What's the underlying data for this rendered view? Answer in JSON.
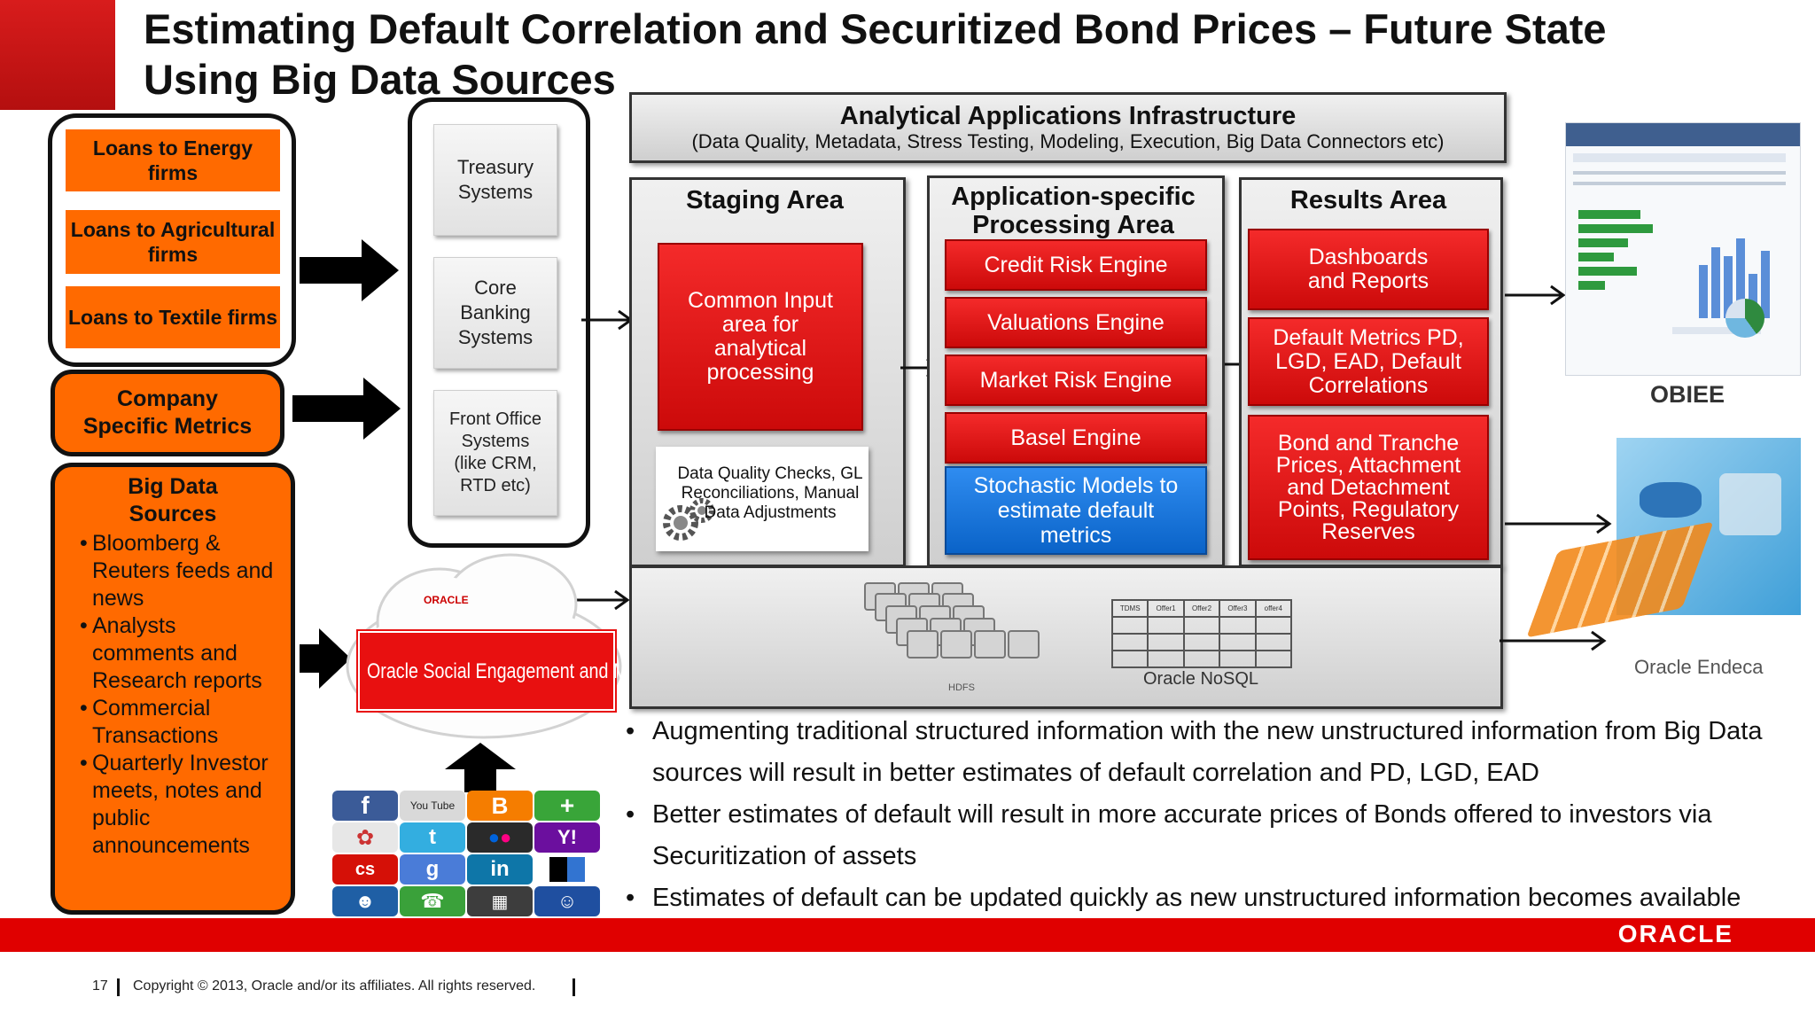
{
  "slide": {
    "title_line1": "Estimating Default Correlation and Securitized Bond Prices – Future State",
    "title_line2": "Using Big Data Sources"
  },
  "left": {
    "loans": [
      "Loans to Energy firms",
      "Loans to Agricultural firms",
      "Loans to Textile firms"
    ],
    "company_metrics": "Company Specific Metrics",
    "big_data": {
      "title": "Big Data Sources",
      "items": [
        "Bloomberg & Reuters feeds and news",
        "Analysts comments and Research reports",
        "Commercial Transactions",
        "Quarterly Investor meets, notes and public announcements"
      ]
    }
  },
  "systems": [
    "Treasury Systems",
    "Core Banking Systems",
    "Front Office Systems (like CRM, RTD etc)"
  ],
  "cloud": {
    "logo_text": "ORACLE",
    "banner": "Oracle Social Engagement and Monitoring Cloud Service: Signal"
  },
  "social_icons": [
    "facebook-icon",
    "youtube-icon",
    "blogger-icon",
    "plus-icon",
    "picasa-icon",
    "twitter-icon",
    "flickr-icon",
    "yahoo-icon",
    "lastfm-icon",
    "google-icon",
    "linkedin-icon",
    "delicious-icon",
    "myspace-icon",
    "chat-icon",
    "digg-icon",
    "meetup-icon"
  ],
  "youtube_label": "You Tube",
  "infrastructure": {
    "title": "Analytical Applications Infrastructure",
    "subtitle": "(Data Quality, Metadata, Stress Testing, Modeling, Execution, Big Data Connectors etc)"
  },
  "staging": {
    "title": "Staging Area",
    "common_input": "Common Input area for analytical processing",
    "dq_checks": "Data Quality Checks, GL Reconciliations, Manual Data Adjustments"
  },
  "processing": {
    "title": "Application-specific Processing Area",
    "engines": [
      "Credit Risk Engine",
      "Valuations Engine",
      "Market Risk Engine",
      "Basel Engine"
    ],
    "stochastic": "Stochastic Models to estimate default metrics"
  },
  "results": {
    "title": "Results Area",
    "items": [
      "Dashboards and Reports",
      "Default Metrics PD, LGD, EAD, Default Correlations",
      "Bond and Tranche Prices, Attachment and Detachment Points, Regulatory Reserves"
    ]
  },
  "bigdata_store": {
    "hdfs_label": "HDFS",
    "nosql_label": "Oracle NoSQL",
    "nosql_headers": [
      "TDMS",
      "Offer1",
      "Offer2",
      "Offer3",
      "offer4"
    ]
  },
  "outputs": {
    "obiee": "OBIEE",
    "endeca": "Oracle Endeca"
  },
  "bullets": [
    "Augmenting traditional structured information with the new unstructured information from Big Data sources will result in better estimates of default correlation and PD, LGD, EAD",
    "Better estimates of default will result in more accurate prices of Bonds offered to investors via Securitization of assets",
    "Estimates of default can be updated quickly as new unstructured information becomes available"
  ],
  "footer": {
    "page_number": "17",
    "copyright": "Copyright © 2013, Oracle and/or its affiliates. All rights reserved.",
    "logo": "ORACLE"
  },
  "colors": {
    "oracle_red": "#e00000",
    "orange": "#ff6a00",
    "engine_red": "#e31b1b",
    "stochastic_blue": "#1976d8"
  }
}
